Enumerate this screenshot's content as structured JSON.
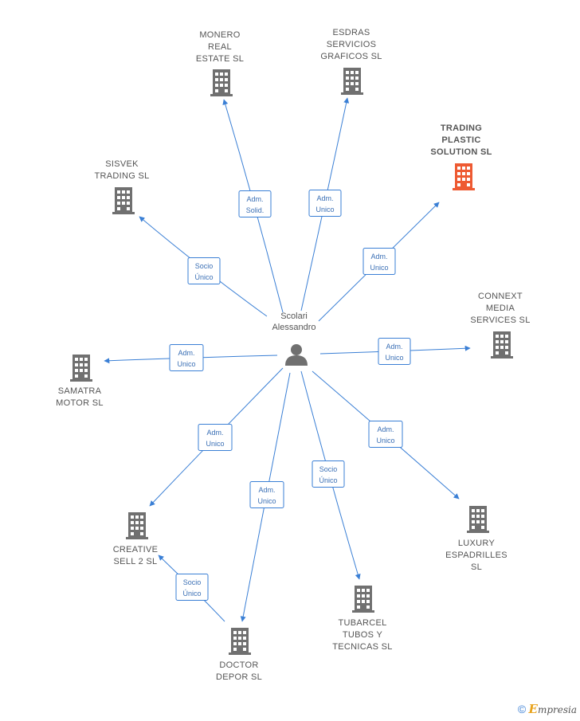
{
  "person": {
    "lines": [
      "Scolari",
      "Alessandro"
    ]
  },
  "companies": [
    {
      "id": "monero",
      "lines": [
        "MONERO",
        "REAL",
        "ESTATE  SL"
      ],
      "highlight": false
    },
    {
      "id": "esdras",
      "lines": [
        "ESDRAS",
        "SERVICIOS",
        "GRAFICOS  SL"
      ],
      "highlight": false
    },
    {
      "id": "trading",
      "lines": [
        "TRADING",
        "PLASTIC",
        "SOLUTION  SL"
      ],
      "highlight": true
    },
    {
      "id": "sisvek",
      "lines": [
        "SISVEK",
        "TRADING  SL"
      ],
      "highlight": false
    },
    {
      "id": "connext",
      "lines": [
        "CONNEXT",
        "MEDIA",
        "SERVICES  SL"
      ],
      "highlight": false
    },
    {
      "id": "samatra",
      "lines": [
        "SAMATRA",
        "MOTOR  SL"
      ],
      "highlight": false
    },
    {
      "id": "creative",
      "lines": [
        "CREATIVE",
        "SELL 2  SL"
      ],
      "highlight": false
    },
    {
      "id": "luxury",
      "lines": [
        "LUXURY",
        "ESPADRILLES",
        "SL"
      ],
      "highlight": false
    },
    {
      "id": "tubarcel",
      "lines": [
        "TUBARCEL",
        "TUBOS  Y",
        "TECNICAS  SL"
      ],
      "highlight": false
    },
    {
      "id": "doctor",
      "lines": [
        "DOCTOR",
        "DEPOR  SL"
      ],
      "highlight": false
    }
  ],
  "edges": [
    {
      "to": "monero",
      "lines": [
        "Adm.",
        "Solid."
      ]
    },
    {
      "to": "esdras",
      "lines": [
        "Adm.",
        "Unico"
      ]
    },
    {
      "to": "trading",
      "lines": [
        "Adm.",
        "Unico"
      ]
    },
    {
      "to": "sisvek",
      "lines": [
        "Socio",
        "Único"
      ]
    },
    {
      "to": "connext",
      "lines": [
        "Adm.",
        "Unico"
      ]
    },
    {
      "to": "samatra",
      "lines": [
        "Adm.",
        "Unico"
      ]
    },
    {
      "to": "creative",
      "lines": [
        "Adm.",
        "Unico"
      ]
    },
    {
      "to": "luxury",
      "lines": [
        "Adm.",
        "Unico"
      ]
    },
    {
      "to": "tubarcel",
      "lines": [
        "Socio",
        "Único"
      ]
    },
    {
      "to": "doctor",
      "lines": [
        "Adm.",
        "Unico"
      ]
    },
    {
      "to": "creative",
      "from": "doctor",
      "lines": [
        "Socio",
        "Único"
      ]
    }
  ],
  "colors": {
    "edge": "#3a7fd5",
    "building": "#707070",
    "highlight_building": "#ee5a32",
    "label": "#555555"
  },
  "footer": {
    "copyright": "©",
    "brand_initial": "E",
    "brand_rest": "mpresia"
  }
}
